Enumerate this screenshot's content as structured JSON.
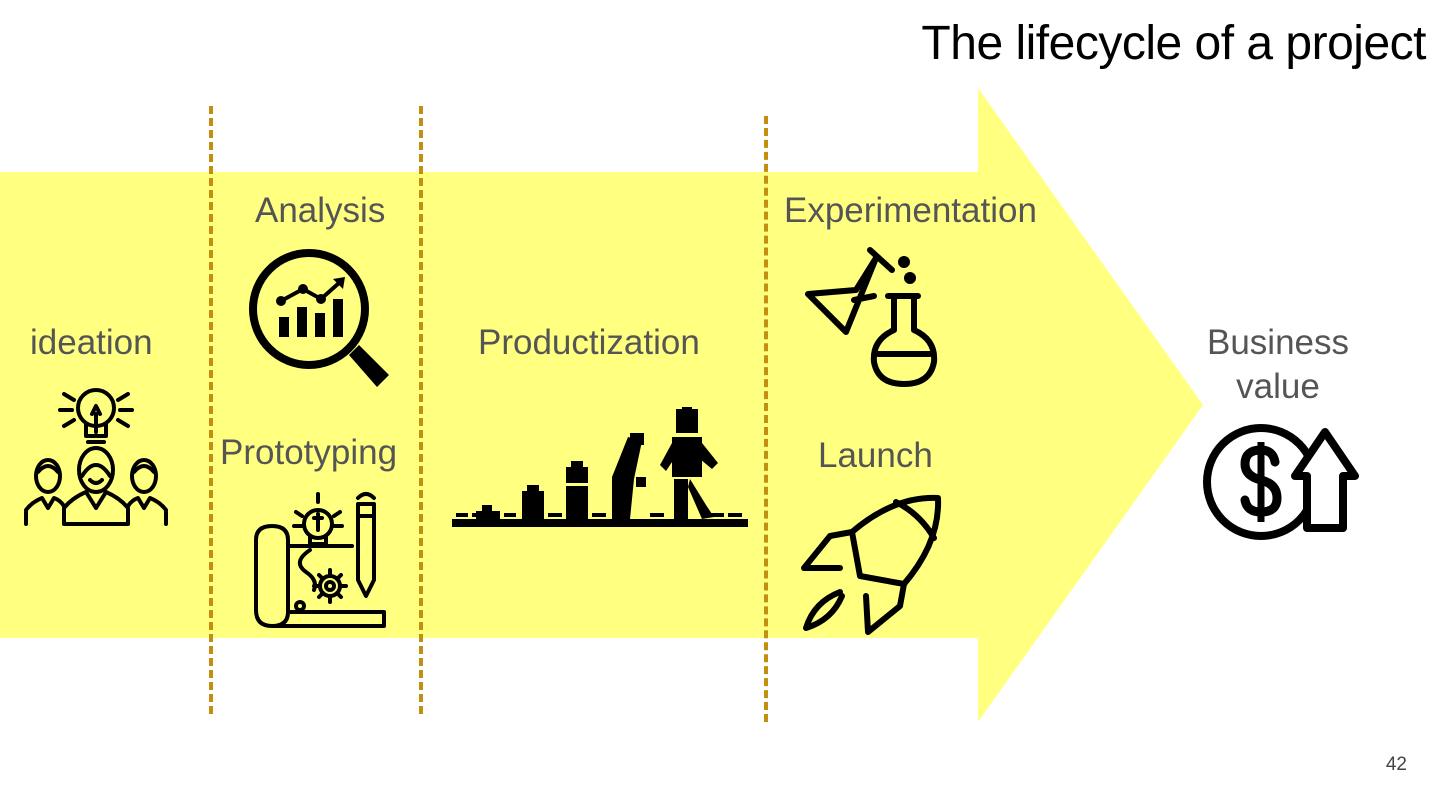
{
  "slide": {
    "title": "The lifecycle of a project",
    "page_number": "42",
    "colors": {
      "arrow": "#ffff80",
      "divider": "#c2900e",
      "label": "#555555",
      "icon": "#000000"
    }
  },
  "stages": {
    "ideation": {
      "label": "ideation",
      "icon": "people-lightbulb-icon"
    },
    "analysis": {
      "label": "Analysis",
      "icon": "magnifier-chart-icon"
    },
    "prototyping": {
      "label": "Prototyping",
      "icon": "blueprint-lightbulb-icon"
    },
    "productization": {
      "label": "Productization",
      "icon": "lego-evolution-icon"
    },
    "experimentation": {
      "label": "Experimentation",
      "icon": "flasks-icon"
    },
    "launch": {
      "label": "Launch",
      "icon": "rocket-icon"
    },
    "business_value": {
      "label_line1": "Business",
      "label_line2": "value",
      "icon": "dollar-up-arrow-icon"
    }
  }
}
